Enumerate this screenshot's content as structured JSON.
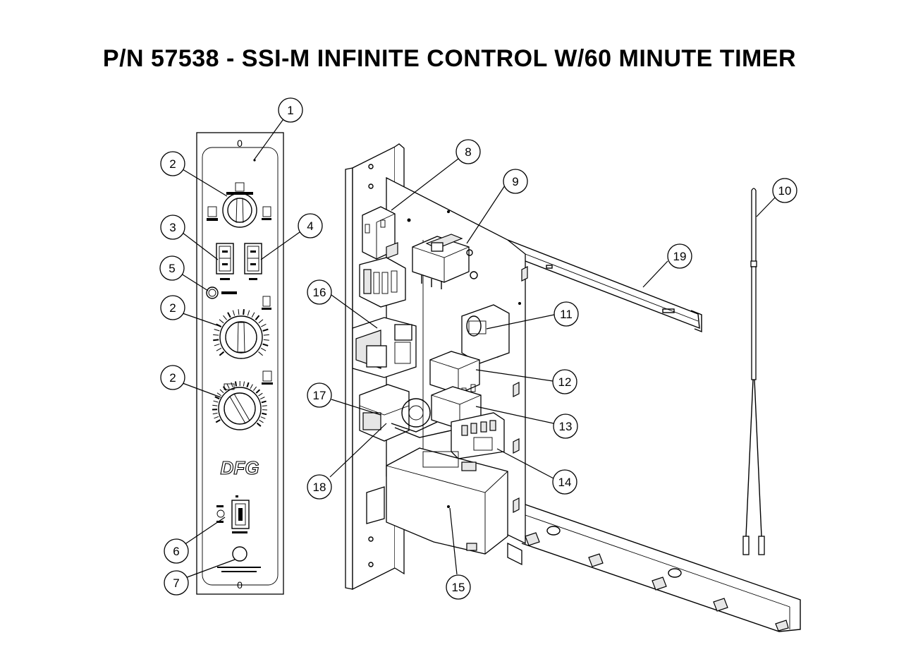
{
  "title": "P/N 57538 - SSI-M INFINITE CONTROL W/60 MINUTE TIMER",
  "panel": {
    "top_mark": "0",
    "bottom_mark": "0",
    "brand": "DFG"
  },
  "callouts": [
    {
      "id": "c1",
      "label": "1"
    },
    {
      "id": "c2a",
      "label": "2"
    },
    {
      "id": "c3",
      "label": "3"
    },
    {
      "id": "c4",
      "label": "4"
    },
    {
      "id": "c5",
      "label": "5"
    },
    {
      "id": "c2b",
      "label": "2"
    },
    {
      "id": "c2c",
      "label": "2"
    },
    {
      "id": "c6",
      "label": "6"
    },
    {
      "id": "c7",
      "label": "7"
    },
    {
      "id": "c8",
      "label": "8"
    },
    {
      "id": "c9",
      "label": "9"
    },
    {
      "id": "c10",
      "label": "10"
    },
    {
      "id": "c11",
      "label": "11"
    },
    {
      "id": "c12",
      "label": "12"
    },
    {
      "id": "c13",
      "label": "13"
    },
    {
      "id": "c14",
      "label": "14"
    },
    {
      "id": "c15",
      "label": "15"
    },
    {
      "id": "c16",
      "label": "16"
    },
    {
      "id": "c17",
      "label": "17"
    },
    {
      "id": "c18",
      "label": "18"
    },
    {
      "id": "c19",
      "label": "19"
    }
  ]
}
